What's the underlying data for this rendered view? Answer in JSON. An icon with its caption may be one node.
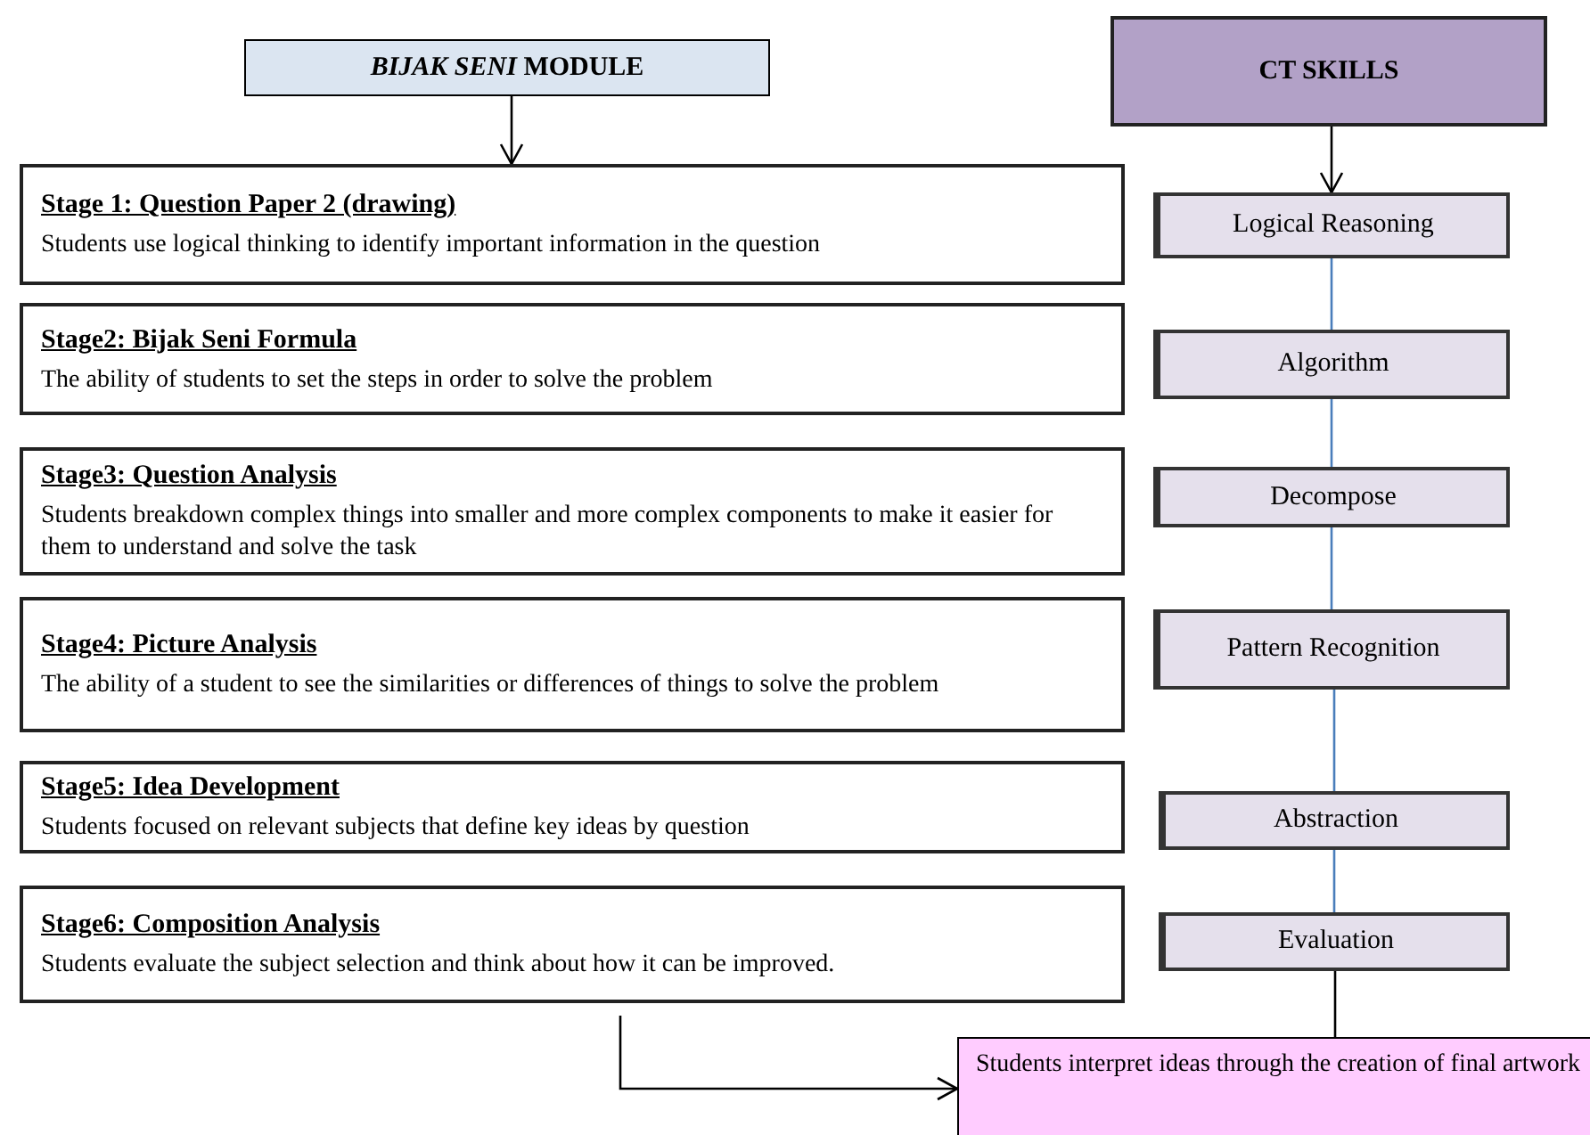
{
  "diagram": {
    "nodes": [
      {
        "text": [
          "*BIJAK SENI* MODULE"
        ]
      },
      {
        "text": [
          "CT SKILLS"
        ]
      },
      {
        "text": [
          "Stage 1: Question Paper 2 (drawing)",
          "Students use logical thinking to identify important information in the question"
        ]
      },
      {
        "text": [
          "Stage2: Bijak Seni Formula",
          "The ability of students to set the steps in order to solve the problem"
        ]
      },
      {
        "text": [
          "Stage3: Question Analysis",
          "Students breakdown complex things into smaller and more complex components to make it easier for them to understand and solve the task"
        ]
      },
      {
        "text": [
          "Stage4: Picture Analysis",
          "The ability of a student to see the similarities or differences of things to solve the problem"
        ]
      },
      {
        "text": [
          "Stage5: Idea Development",
          "Students focused on relevant subjects that define key ideas by question"
        ]
      },
      {
        "text": [
          "Stage6: Composition Analysis",
          "Students evaluate the subject selection and think about how it can be improved."
        ]
      },
      {
        "text": [
          "Logical Reasoning"
        ]
      },
      {
        "text": [
          "Algorithm"
        ]
      },
      {
        "text": [
          "Decompose"
        ]
      },
      {
        "text": [
          "Pattern Recognition"
        ]
      },
      {
        "text": [
          "Abstraction"
        ]
      },
      {
        "text": [
          "Evaluation"
        ]
      },
      {
        "text": [
          "Students interpret ideas through the creation of final artwork"
        ]
      }
    ],
    "edges": [
      {
        "from": 0,
        "to": 2,
        "arrow": "to",
        "color": "#000000"
      },
      {
        "from": 1,
        "to": 8,
        "arrow": "to",
        "color": "#000000"
      },
      {
        "from": 8,
        "to": 9,
        "arrow": "none"
      },
      {
        "from": 9,
        "to": 10,
        "arrow": "none"
      },
      {
        "from": 10,
        "to": 11,
        "arrow": "none"
      },
      {
        "from": 11,
        "to": 12,
        "arrow": "none"
      },
      {
        "from": 12,
        "to": 13,
        "arrow": "none"
      },
      {
        "from": 13,
        "to": 14,
        "arrow": "none",
        "color": "#000000"
      },
      {
        "from": 7,
        "to": 14,
        "arrow": "to",
        "color": "#000000"
      }
    ]
  }
}
